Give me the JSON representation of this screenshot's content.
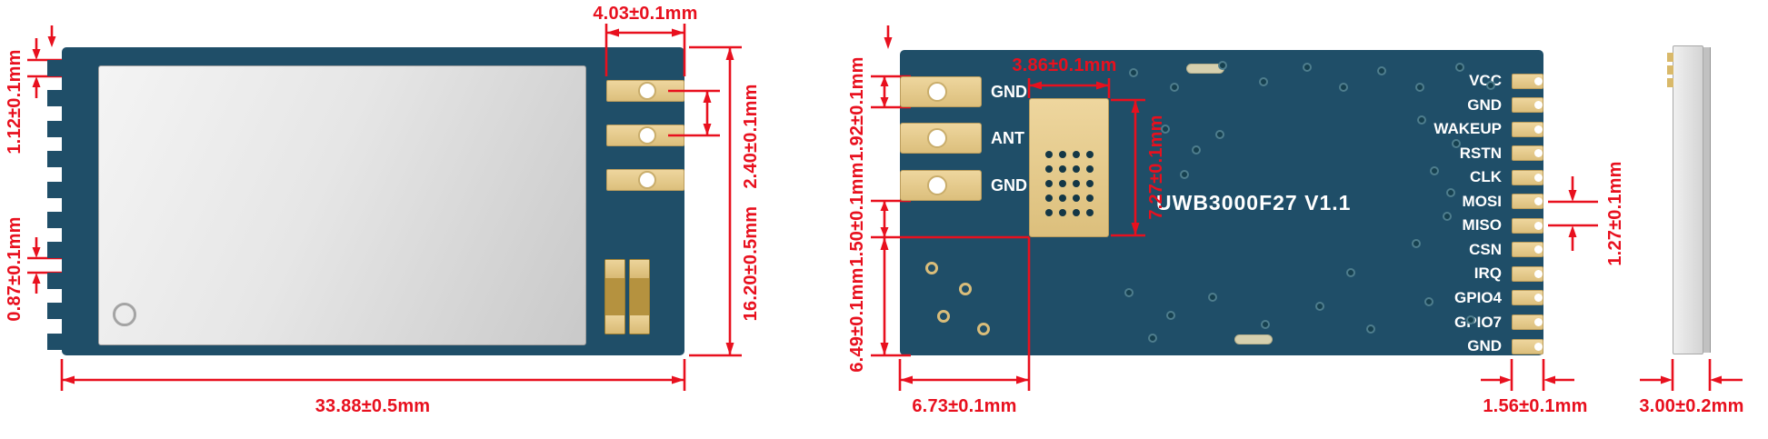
{
  "colors": {
    "dimension_red": "#e8101e",
    "pcb_blue": "#1f4e68",
    "pad_gold": "#dcbf7c"
  },
  "views": {
    "front": {
      "dimensions": {
        "pin_width": "1.12±0.1mm",
        "pin_gap": "0.87±0.1mm",
        "pad_length": "4.03±0.1mm",
        "pad_pitch": "2.40±0.1mm",
        "module_height": "16.20±0.5mm",
        "module_width": "33.88±0.5mm"
      }
    },
    "back": {
      "module_label": "UWB3000F27 V1.1",
      "left_pins": [
        "GND",
        "ANT",
        "GND"
      ],
      "right_pins": [
        "VCC",
        "GND",
        "WAKEUP",
        "RSTN",
        "CLK",
        "MOSI",
        "MISO",
        "CSN",
        "IRQ",
        "GPIO4",
        "GPIO7",
        "GND"
      ],
      "dimensions": {
        "left_pad_height": "1.92±0.1mm",
        "left_pad_offset": "1.50±0.1mm",
        "bottom_offset": "6.49±0.1mm",
        "thermal_pad_width": "3.86±0.1mm",
        "thermal_pad_height": "7.27±0.1mm",
        "pin_pitch": "1.27±0.1mm",
        "thermal_pad_x": "6.73±0.1mm",
        "pad_length": "1.56±0.1mm"
      }
    },
    "side": {
      "dimensions": {
        "thickness": "3.00±0.2mm"
      }
    }
  }
}
